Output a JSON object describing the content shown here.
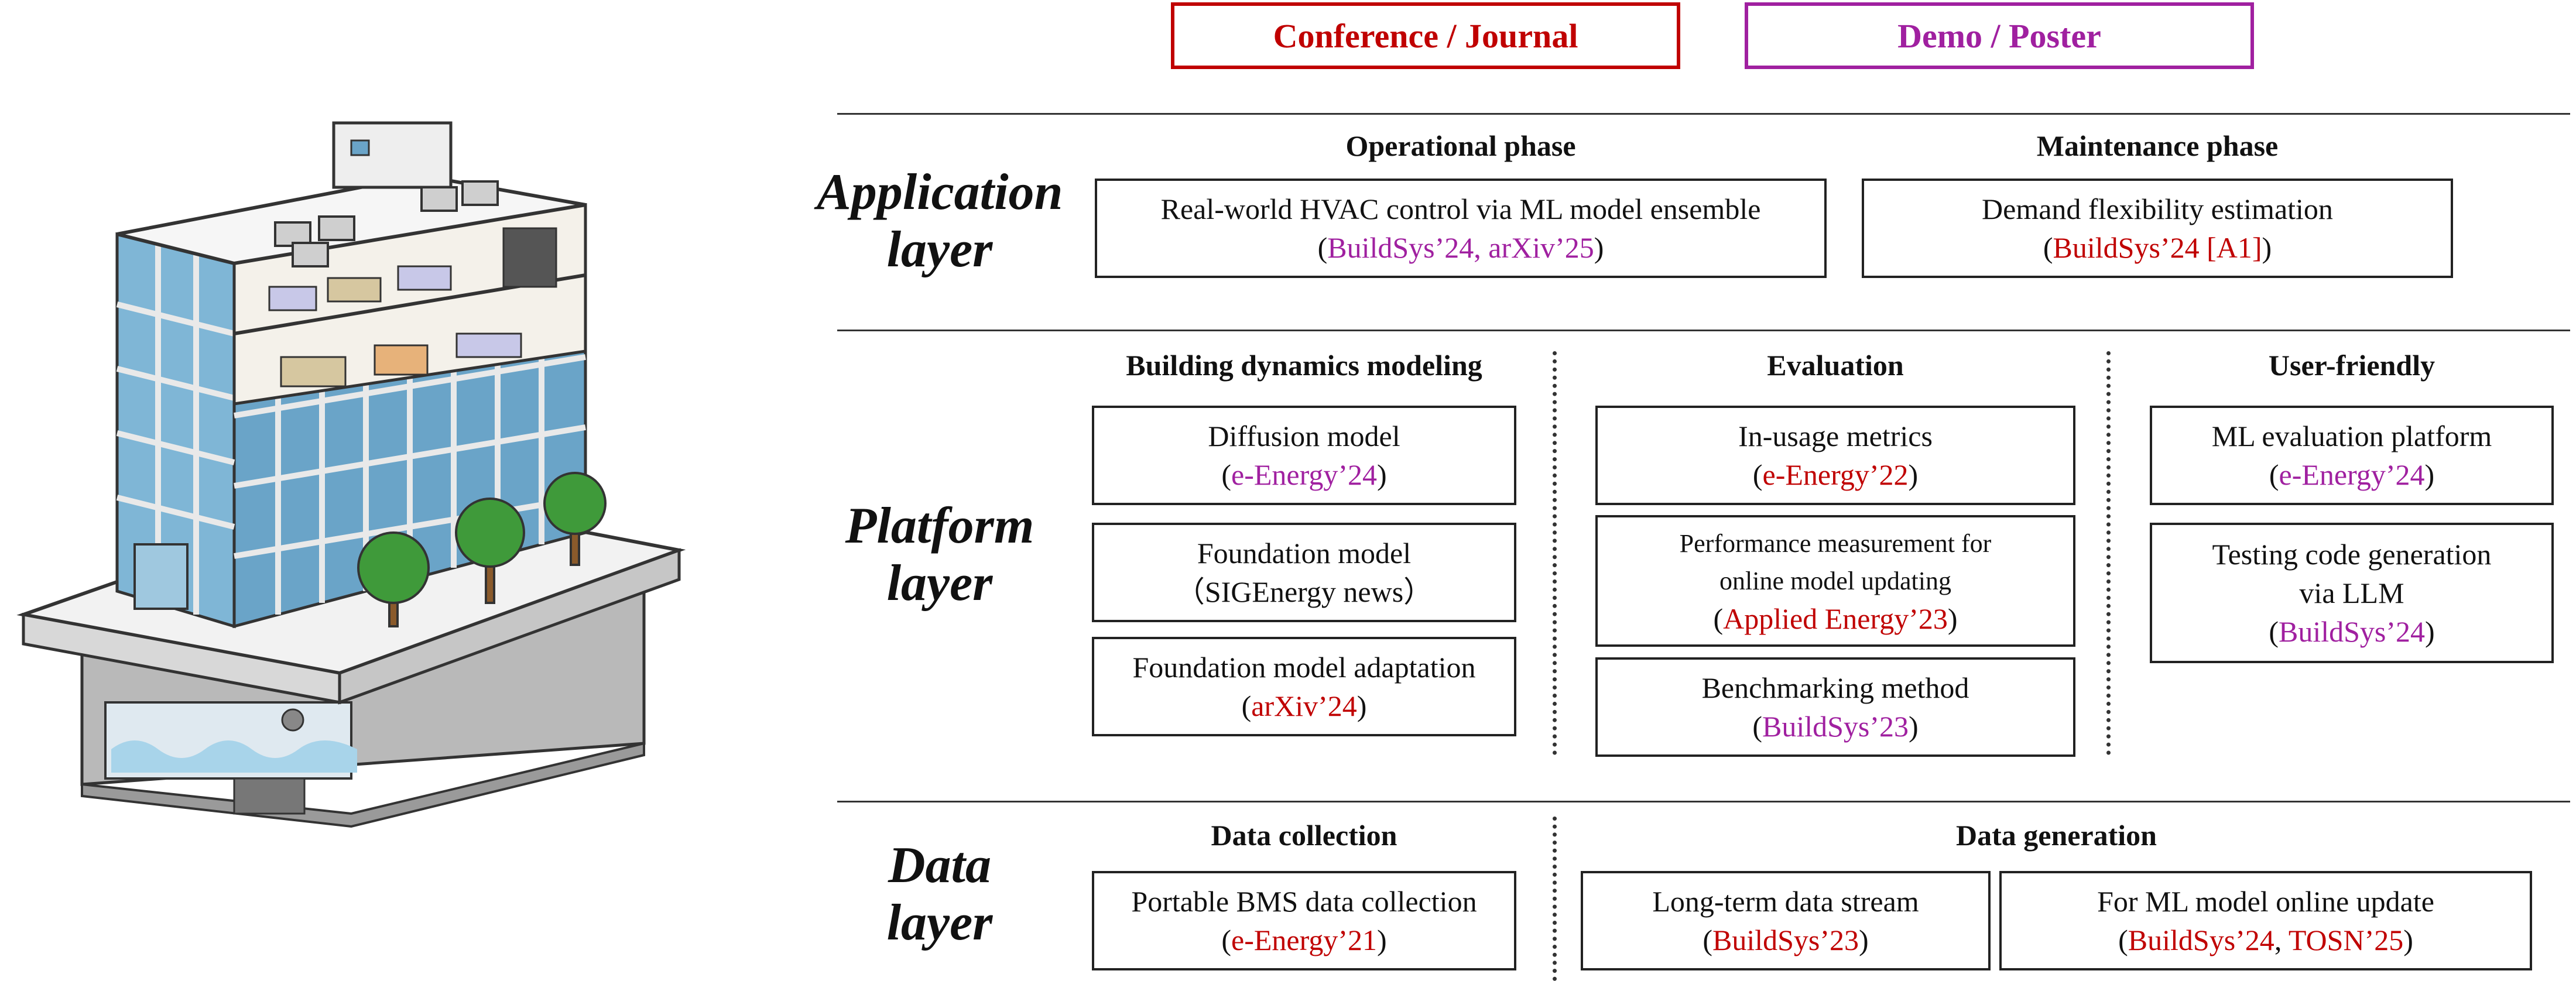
{
  "colors": {
    "conference": "#c00000",
    "demo": "#a020a0",
    "glass": "#7fb6d6",
    "frame": "#e9e9e9",
    "tree": "#3f9a3a"
  },
  "legend": {
    "conference": "Conference / Journal",
    "demo": "Demo / Poster"
  },
  "illustration": {
    "icon": "building-cutaway-icon"
  },
  "application": {
    "title_line1": "Application",
    "title_line2": "layer",
    "operational": {
      "heading": "Operational phase",
      "box1": {
        "line1": "Real-world HVAC control via ML model ensemble",
        "open": "(",
        "ref1": "BuildSys’24",
        "sep": ", ",
        "ref2": "arXiv’25",
        "close": ")"
      }
    },
    "maintenance": {
      "heading": "Maintenance phase",
      "box1": {
        "line1": "Demand flexibility estimation",
        "open": "(",
        "ref1": "BuildSys’24 [A1]",
        "close": ")"
      }
    }
  },
  "platform": {
    "title_line1": "Platform",
    "title_line2": "layer",
    "modeling": {
      "heading": "Building dynamics modeling",
      "box1": {
        "line1": "Diffusion model",
        "open": "(",
        "ref1": "e-Energy’24",
        "close": ")"
      },
      "box2": {
        "line1": "Foundation model",
        "line2": "（SIGEnergy news）"
      },
      "box3": {
        "line1": "Foundation model adaptation",
        "open": "(",
        "ref1": "arXiv’24",
        "close": ")"
      }
    },
    "evaluation": {
      "heading": "Evaluation",
      "box1": {
        "line1": "In-usage metrics",
        "open": "(",
        "ref1": "e-Energy’22",
        "close": ")"
      },
      "box2": {
        "line1": "Performance measurement for",
        "line2": "online model updating",
        "open": "(",
        "ref1": "Applied Energy’23",
        "close": ")"
      },
      "box3": {
        "line1": "Benchmarking method",
        "open": "(",
        "ref1": "BuildSys’23",
        "close": ")"
      }
    },
    "user_friendly": {
      "heading": "User-friendly",
      "box1": {
        "line1": "ML evaluation platform",
        "open": "(",
        "ref1": "e-Energy’24",
        "close": ")"
      },
      "box2": {
        "line1": "Testing code generation",
        "line2": "via LLM",
        "open": "(",
        "ref1": "BuildSys’24",
        "close": ")"
      }
    }
  },
  "data_layer": {
    "title_line1": "Data",
    "title_line2": "layer",
    "collection": {
      "heading": "Data collection",
      "box1": {
        "line1": "Portable BMS data collection",
        "open": "(",
        "ref1": "e-Energy’21",
        "close": ")"
      }
    },
    "generation": {
      "heading": "Data generation",
      "box1": {
        "line1": "Long-term data stream",
        "open": "(",
        "ref1": "BuildSys’23",
        "close": ")"
      },
      "box2": {
        "line1": "For ML model online update",
        "open": "(",
        "ref1": "BuildSys’24",
        "sep": ", ",
        "ref2": "TOSN’25",
        "close": ")"
      }
    }
  }
}
